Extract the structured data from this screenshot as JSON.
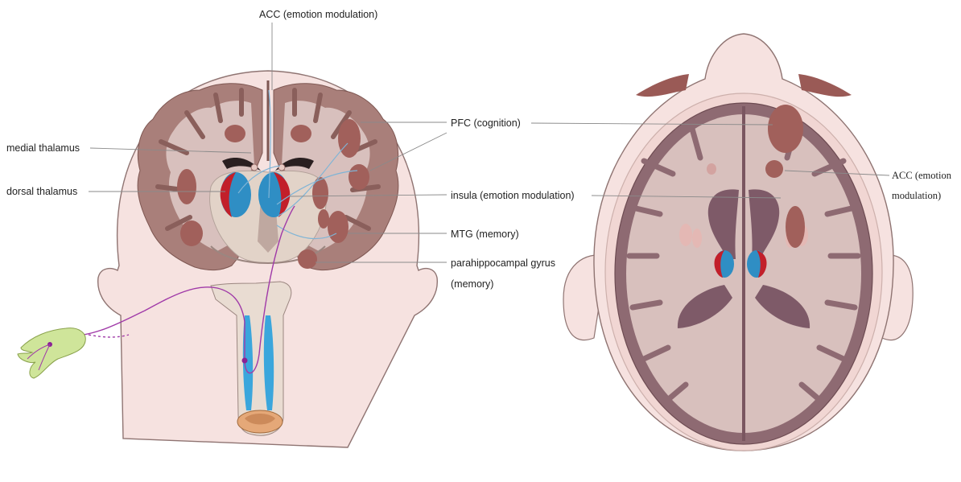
{
  "labels": {
    "acc_coronal": "ACC (emotion modulation)",
    "medial_thalamus": "medial thalamus",
    "dorsal_thalamus": "dorsal thalamus",
    "pfc": "PFC (cognition)",
    "insula": "insula (emotion modulation)",
    "mtg": "MTG (memory)",
    "parahippocampal_line1": "parahippocampal gyrus",
    "parahippocampal_line2": "(memory)",
    "acc_axial_line1": "ACC (emotion",
    "acc_axial_line2": "modulation)"
  },
  "colors": {
    "skin": "#f6e2e0",
    "skin_outline": "#8f7472",
    "cortex": "#a97f7a",
    "cortex_dark": "#8a5f5b",
    "white_matter": "#d8c0bd",
    "region": "#a1605b",
    "thalamus_red": "#c21f2a",
    "thalamus_blue": "#2f8ec4",
    "ventricle": "#7e5a68",
    "brainstem": "#e9dcd2",
    "cord_blue": "#3aa6dc",
    "nerve": "#a03aa8",
    "dorsal_root": "#cfe59a",
    "leader": "#8a8a8a"
  }
}
